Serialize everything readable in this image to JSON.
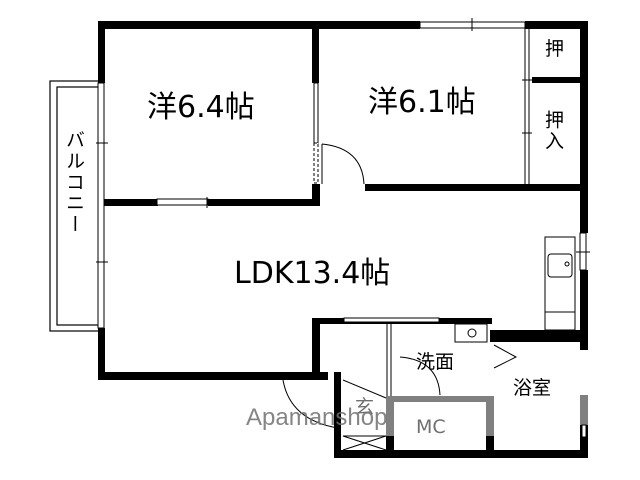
{
  "floorplan": {
    "rooms": {
      "western_room_1": {
        "label": "洋6.4帖",
        "type": "Western-style room",
        "size_jo": 6.4
      },
      "western_room_2": {
        "label": "洋6.1帖",
        "type": "Western-style room",
        "size_jo": 6.1
      },
      "closet_top": {
        "label": "押"
      },
      "closet_bottom": {
        "label": "押入"
      },
      "ldk": {
        "label": "LDK13.4帖",
        "size_jo": 13.4
      },
      "washroom": {
        "label": "洗面"
      },
      "bathroom": {
        "label": "浴室"
      },
      "toilet": {
        "label": "MC"
      },
      "entrance": {
        "label": "玄"
      },
      "balcony": {
        "label": "バルコニー"
      }
    },
    "watermark": "Apamanshop",
    "colors": {
      "wall": "#000000",
      "wall_gray": "#808080",
      "background": "#ffffff",
      "text_gray": "#707070"
    }
  }
}
